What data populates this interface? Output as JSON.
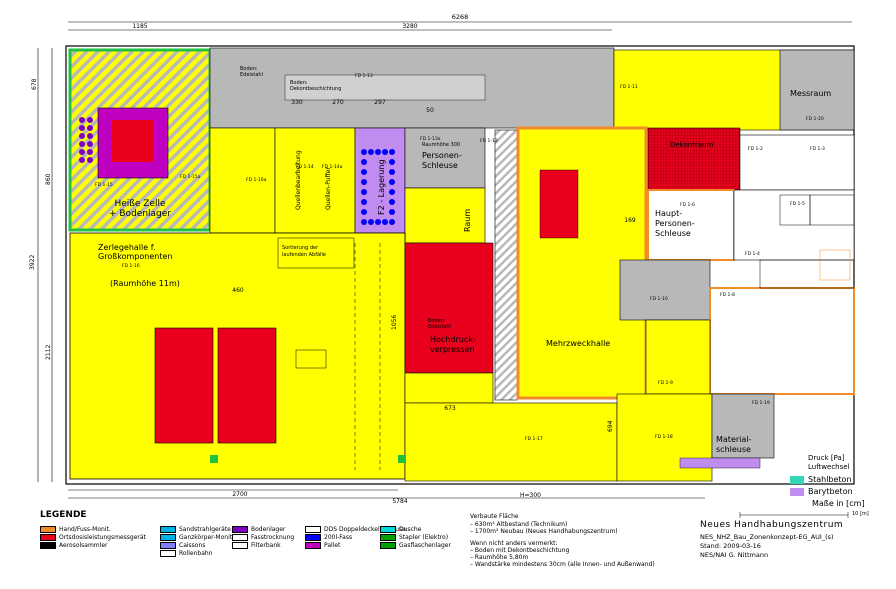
{
  "dims": {
    "total_width": "6268",
    "d1185": "1185",
    "d3280": "3280",
    "d678": "678",
    "d860": "860",
    "d3922": "3922",
    "d2112": "2112",
    "d2700": "2700",
    "d5784": "5784",
    "d460": "460",
    "d330": "330",
    "d270": "270",
    "d297": "297",
    "d50": "50",
    "d1056": "1056",
    "d673": "673",
    "d169": "169",
    "d694": "694",
    "h300": "H=300"
  },
  "rooms": {
    "heisse_zelle": [
      "Heiße Zelle",
      "+ Bodenlager"
    ],
    "zerlegehalle": [
      "Zerlegehalle f.",
      "Großkomponenten"
    ],
    "roomheight": "(Raumhöhe 11m)",
    "sortierung": [
      "Sortierung der",
      "laufenden Abfälle"
    ],
    "quellen": [
      "Quellenbearbeitung",
      "Quellen-Puffer"
    ],
    "f2lagerung": "F2 - Lagerung",
    "personenschleuse": [
      "Raumhöhe 300",
      "Personen-",
      "Schleuse"
    ],
    "raum": "Raum",
    "hochdruck": [
      "Boden:",
      "Edelstahl",
      "Hochdruck-",
      "verpressen"
    ],
    "mehrzweckhalle": "Mehrzweckhalle",
    "dekontraum": "Dekontraum",
    "hauptpersonen": [
      "Haupt-",
      "Personen-",
      "Schleuse"
    ],
    "messraum": "Messraum",
    "materialschleuse": [
      "Material-",
      "schleuse"
    ],
    "boden_edelstahl": [
      "Boden:",
      "Edelstahl"
    ],
    "boden_dekont": [
      "Boden:",
      "Dekontbeschichtung"
    ],
    "fd_labels": [
      "FD 1-15a",
      "FD 1-15",
      "FD 1-13",
      "FD 1-16",
      "FD 1-16a",
      "FD 1-14",
      "FD 1-14a",
      "FD 1-13a",
      "FD 1-13",
      "FD 1-11",
      "FD 1-10",
      "FD 1-17",
      "FD 1-18",
      "FD 1-19",
      "FD 1-8",
      "FD 1-6",
      "FD 1-5",
      "FD 1-3",
      "FD 1-2",
      "FD 1-20",
      "FD 1-4",
      "FD 1-9"
    ]
  },
  "legend": {
    "title": "LEGENDE",
    "items": [
      {
        "label": "Hand/Fuss-Monit.",
        "color": "#f28c28"
      },
      {
        "label": "Ortsdosisleistungsmessgerät",
        "color": "#e8001c"
      },
      {
        "label": "Aerosolsammler",
        "color": "#000000"
      },
      {
        "label": "Sandstrahlgeräte",
        "color": "#00b3e6"
      },
      {
        "label": "Ganzkörper-Monitor",
        "color": "#00b3e6"
      },
      {
        "label": "Caissons",
        "color": "#7f7fff"
      },
      {
        "label": "Rollenbahn",
        "color": "#ffffff"
      },
      {
        "label": "Bodenlager",
        "color": "#8000c0"
      },
      {
        "label": "Fasstrocknung",
        "color": "#ffffff"
      },
      {
        "label": "Filterbank",
        "color": "#ffffff"
      },
      {
        "label": "DDS Doppeldeckelschleuse",
        "color": "#ffffff"
      },
      {
        "label": "200l-Fass",
        "color": "#0000ff"
      },
      {
        "label": "Pallet",
        "color": "#c000c0"
      },
      {
        "label": "Dusche",
        "color": "#00d8d8"
      },
      {
        "label": "Stapler (Elektro)",
        "color": "#00a000"
      },
      {
        "label": "Gasflaschenlager",
        "color": "#00a000"
      }
    ]
  },
  "notes": {
    "verbaute_title": "Verbaute Fläche",
    "verbaute_lines": [
      "– 630m² Altbestand (Technikum)",
      "– 1700m² Neubau (Neues Handhabungszentrum)"
    ],
    "wenn_title": "Wenn nicht anders vermerkt:",
    "wenn_lines": [
      "– Boden mit Dekontbeschichtung",
      "– Raumhöhe 5,80m",
      "– Wandstärke mindestens 30cm (alle Innen- und Außenwand)"
    ]
  },
  "materials": {
    "druck": "Druck [Pa]",
    "luftwechsel": "Luftwechsel",
    "stahlbeton": "Stahlbeton",
    "barytbeton": "Barytbeton",
    "masse": "Maße in [cm]",
    "scale_label": "10 [m]"
  },
  "title_block": {
    "title": "Neues Handhabungszentrum",
    "line1": "NES_NHZ_Bau_Zonenkonzept-EG_AUI_(s)",
    "line2": "Stand: 2009-03-16",
    "line3": "NES/NAI G. Nittmann"
  },
  "colors": {
    "yellow": "#ffff00",
    "red": "#e8001c",
    "gray": "#b8b8b8",
    "orange": "#f28c28",
    "green": "#20c040",
    "teal": "#33d6b5",
    "violet": "#c08cf0",
    "blue": "#0000ff"
  }
}
